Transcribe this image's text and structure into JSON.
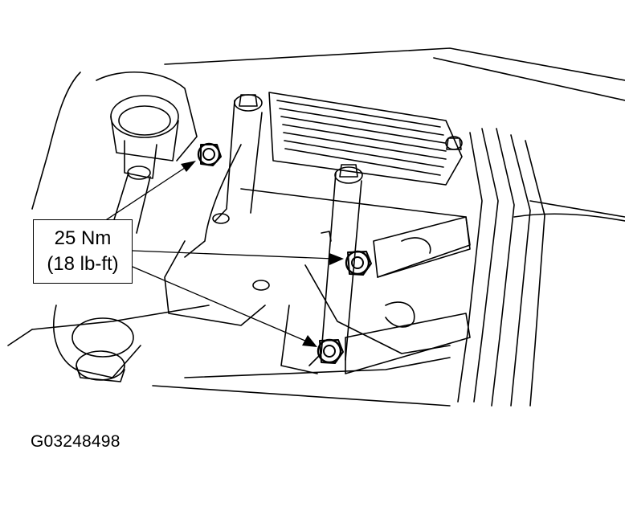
{
  "callout": {
    "torque_nm": "25 Nm",
    "torque_lbft": "(18 lb-ft)"
  },
  "figure_id": "G03248498",
  "colors": {
    "line": "#000000",
    "background": "#ffffff"
  }
}
